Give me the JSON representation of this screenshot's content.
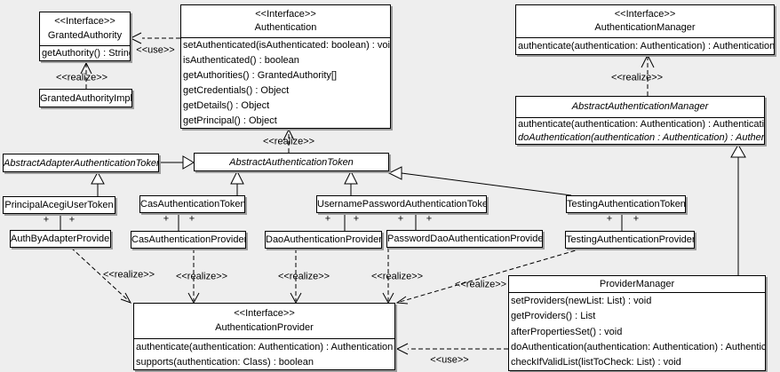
{
  "diagram": {
    "kind": "uml-class-diagram",
    "background_color": "#eeeeee",
    "box_fill": "#ffffff",
    "box_border": "#000000",
    "shadow_color": "#9c9c9c"
  },
  "labels": {
    "realize": "<<realize>>",
    "use": "<<use>>",
    "plus": "+"
  },
  "classes": {
    "granted_authority": {
      "stereotype": "<<Interface>>",
      "name": "GrantedAuthority",
      "methods": [
        "getAuthority() : String"
      ]
    },
    "granted_authority_impl": {
      "name": "GrantedAuthorityImpl"
    },
    "authentication": {
      "stereotype": "<<Interface>>",
      "name": "Authentication",
      "methods": [
        "setAuthenticated(isAuthenticated: boolean) : void",
        "isAuthenticated() : boolean",
        "getAuthorities() : GrantedAuthority[]",
        "getCredentials() : Object",
        "getDetails() : Object",
        "getPrincipal() : Object"
      ]
    },
    "authentication_manager": {
      "stereotype": "<<Interface>>",
      "name": "AuthenticationManager",
      "methods": [
        "authenticate(authentication: Authentication) : Authentication"
      ]
    },
    "abstract_authentication_manager": {
      "name": "AbstractAuthenticationManager",
      "abstract": true,
      "methods": [
        "authenticate(authentication: Authentication) : Authentication",
        "doAuthentication(authentication : Authentication) : Authentication"
      ]
    },
    "abstract_adapter_authentication_token": {
      "name": "AbstractAdapterAuthenticationToken",
      "abstract": true
    },
    "abstract_authentication_token": {
      "name": "AbstractAuthenticationToken",
      "abstract": true
    },
    "principal_acegi_user_token": {
      "name": "PrincipalAcegiUserToken"
    },
    "cas_authentication_token": {
      "name": "CasAuthenticationToken"
    },
    "username_password_authentication_token": {
      "name": "UsernamePasswordAuthenticationToken"
    },
    "testing_authentication_token": {
      "name": "TestingAuthenticationToken"
    },
    "auth_by_adapter_provider": {
      "name": "AuthByAdapterProvider"
    },
    "cas_authentication_provider": {
      "name": "CasAuthenticationProvider"
    },
    "dao_authentication_provider": {
      "name": "DaoAuthenticationProvider"
    },
    "password_dao_authentication_provider": {
      "name": "PasswordDaoAuthenticationProvider"
    },
    "testing_authentication_provider": {
      "name": "TestingAuthenticationProvider"
    },
    "authentication_provider": {
      "stereotype": "<<Interface>>",
      "name": "AuthenticationProvider",
      "methods": [
        "authenticate(authentication: Authentication) : Authentication",
        "supports(authentication: Class) : boolean"
      ]
    },
    "provider_manager": {
      "name": "ProviderManager",
      "methods": [
        "setProviders(newList: List) : void",
        "getProviders() : List",
        "afterPropertiesSet() : void",
        "doAuthentication(authentication: Authentication) : Authentication",
        "checkIfValidList(listToCheck: List) : void"
      ]
    }
  },
  "relationships": [
    {
      "type": "use",
      "from": "Authentication",
      "to": "GrantedAuthority",
      "label": "<<use>>"
    },
    {
      "type": "realize",
      "from": "GrantedAuthorityImpl",
      "to": "GrantedAuthority",
      "label": "<<realize>>"
    },
    {
      "type": "realize",
      "from": "AbstractAuthenticationToken",
      "to": "Authentication",
      "label": "<<realize>>"
    },
    {
      "type": "realize",
      "from": "AbstractAuthenticationManager",
      "to": "AuthenticationManager",
      "label": "<<realize>>"
    },
    {
      "type": "generalization",
      "from": "AbstractAdapterAuthenticationToken",
      "to": "AbstractAuthenticationToken"
    },
    {
      "type": "generalization",
      "from": "PrincipalAcegiUserToken",
      "to": "AbstractAdapterAuthenticationToken"
    },
    {
      "type": "generalization",
      "from": "CasAuthenticationToken",
      "to": "AbstractAuthenticationToken"
    },
    {
      "type": "generalization",
      "from": "UsernamePasswordAuthenticationToken",
      "to": "AbstractAuthenticationToken"
    },
    {
      "type": "generalization",
      "from": "TestingAuthenticationToken",
      "to": "AbstractAuthenticationToken"
    },
    {
      "type": "generalization",
      "from": "ProviderManager",
      "to": "AbstractAuthenticationManager"
    },
    {
      "type": "association",
      "from": "PrincipalAcegiUserToken",
      "to": "AuthByAdapterProvider",
      "end_labels": [
        "+",
        "+"
      ]
    },
    {
      "type": "association",
      "from": "CasAuthenticationToken",
      "to": "CasAuthenticationProvider",
      "end_labels": [
        "+",
        "+"
      ]
    },
    {
      "type": "association",
      "from": "UsernamePasswordAuthenticationToken",
      "to": "DaoAuthenticationProvider",
      "end_labels": [
        "+",
        "+"
      ]
    },
    {
      "type": "association",
      "from": "UsernamePasswordAuthenticationToken",
      "to": "PasswordDaoAuthenticationProvider",
      "end_labels": [
        "+",
        "+"
      ]
    },
    {
      "type": "association",
      "from": "TestingAuthenticationToken",
      "to": "TestingAuthenticationProvider",
      "end_labels": [
        "+",
        "+"
      ]
    },
    {
      "type": "realize",
      "from": "AuthByAdapterProvider",
      "to": "AuthenticationProvider",
      "label": "<<realize>>"
    },
    {
      "type": "realize",
      "from": "CasAuthenticationProvider",
      "to": "AuthenticationProvider",
      "label": "<<realize>>"
    },
    {
      "type": "realize",
      "from": "DaoAuthenticationProvider",
      "to": "AuthenticationProvider",
      "label": "<<realize>>"
    },
    {
      "type": "realize",
      "from": "PasswordDaoAuthenticationProvider",
      "to": "AuthenticationProvider",
      "label": "<<realize>>"
    },
    {
      "type": "realize",
      "from": "TestingAuthenticationProvider",
      "to": "AuthenticationProvider",
      "label": "<<realize>>"
    },
    {
      "type": "use",
      "from": "ProviderManager",
      "to": "AuthenticationProvider",
      "label": "<<use>>"
    }
  ]
}
